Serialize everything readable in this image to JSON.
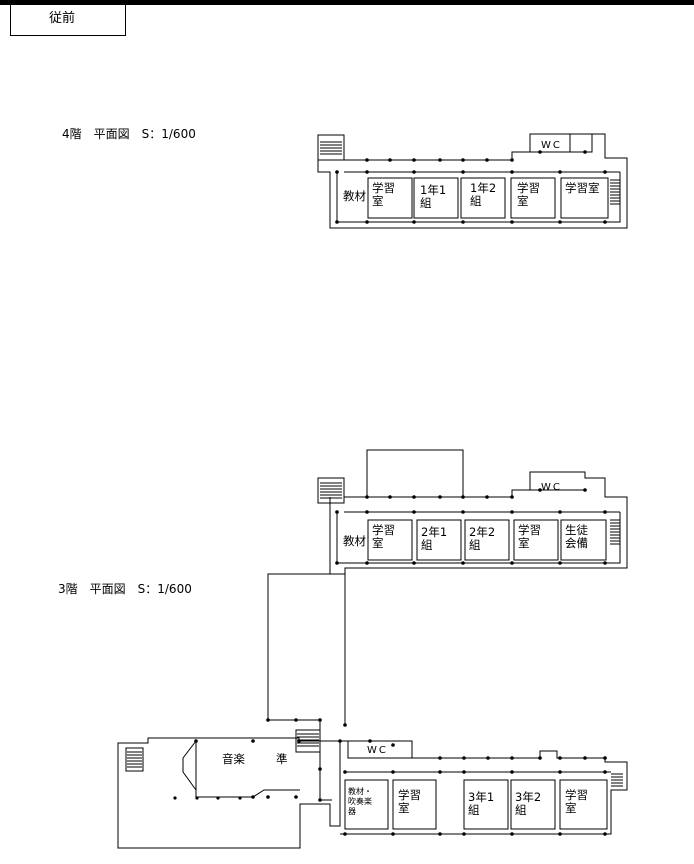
{
  "tab": {
    "label": "従前"
  },
  "floor4": {
    "caption": "4階　平面図　S：1/600"
  },
  "floor3": {
    "caption": "3階　平面図　S：1/600"
  },
  "rooms": {
    "f4_storage": "教材",
    "f4_study1": "学習\n室",
    "f4_class1": "1年1\n組",
    "f4_class2": "1年2\n組",
    "f4_study2": "学習\n室",
    "f4_study3": "学習室",
    "f4_wc": "WC",
    "f3_storage": "教材",
    "f3_study1": "学習\n室",
    "f3_class1": "2年1\n組",
    "f3_class2": "2年2\n組",
    "f3_study2": "学習\n室",
    "f3_council": "生徒\n会備",
    "f3_wc": "WC",
    "f3_music": "音楽",
    "f3_prep": "準",
    "f3_wc2": "WC",
    "f3_band": "教材・\n吹奏楽\n器",
    "f3_study3": "学習\n室",
    "f3_class3": "3年1\n組",
    "f3_class4": "3年2\n組",
    "f3_study4": "学習\n室"
  }
}
